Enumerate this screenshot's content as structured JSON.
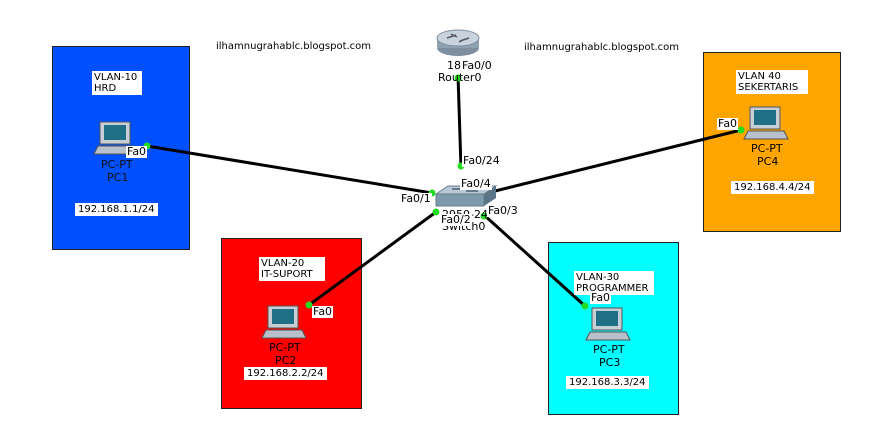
{
  "watermarks": [
    "ilhamnugrahablc.blogspot.com",
    "ilhamnugrahablc.blogspot.com"
  ],
  "colors": {
    "vlan10": "#0050ff",
    "vlan20": "#ff0000",
    "vlan30": "#00ffff",
    "vlan40": "#ffa500",
    "link": "#000000",
    "port_dot": "#22dd22"
  },
  "router": {
    "icon": "router-icon",
    "type": "18",
    "name": "Router0",
    "port": "Fa0/0"
  },
  "switch": {
    "icon": "switch-icon",
    "type": "2950-24",
    "name": "Switch0",
    "ports": {
      "router": "Fa0/24",
      "pc1": "Fa0/1",
      "pc2": "Fa0/2",
      "pc3": "Fa0/3",
      "pc4": "Fa0/4"
    }
  },
  "vlans": [
    {
      "id": "vlan10",
      "tag": "VLAN-10\nHRD",
      "pc_type": "PC-PT",
      "pc_name": "PC1",
      "ip": "192.168.1.1/24",
      "port": "Fa0"
    },
    {
      "id": "vlan20",
      "tag": "VLAN-20\nIT-SUPORT",
      "pc_type": "PC-PT",
      "pc_name": "PC2",
      "ip": "192.168.2.2/24",
      "port": "Fa0"
    },
    {
      "id": "vlan30",
      "tag": "VLAN-30\nPROGRAMMER",
      "pc_type": "PC-PT",
      "pc_name": "PC3",
      "ip": "192.168.3.3/24",
      "port": "Fa0"
    },
    {
      "id": "vlan40",
      "tag": "VLAN 40\nSEKERTARIS",
      "pc_type": "PC-PT",
      "pc_name": "PC4",
      "ip": "192.168.4.4/24",
      "port": "Fa0"
    }
  ]
}
